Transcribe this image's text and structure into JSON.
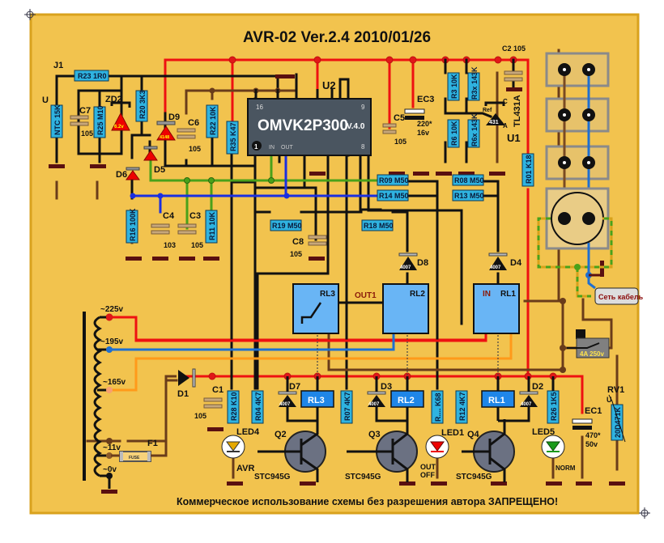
{
  "title": "AVR-02 Ver.2.4  2010/01/26",
  "footer": "Коммерческое использование схемы без разрешения автора ЗАПРЕЩЕНО!",
  "colors": {
    "board": "#f2c34e",
    "border": "#d9a21d",
    "wire_black": "#111111",
    "wire_red": "#ee1111",
    "wire_blue": "#1a2fe0",
    "wire_green": "#4aa11a",
    "wire_brown": "#7a4a22",
    "wire_orange": "#ff9a1a",
    "wire_lightblue": "#1f6fd0",
    "resistor": "#2fb3e0",
    "relay": "#69b5f5",
    "chip": "#4a5560",
    "transistor": "#6b7182"
  },
  "ic_u2": {
    "ref": "U2",
    "name": "OMVK2P300",
    "version": "V.4.0",
    "pin16": "16",
    "pin9": "9",
    "pin1": "1",
    "pin8": "8",
    "in": "IN",
    "out": "OUT"
  },
  "u1": {
    "ref": "U1",
    "part": "TL431A",
    "body": "431",
    "ref_pin": "Ref",
    "c": "C",
    "a": "A"
  },
  "resistors": {
    "r23": "R23  1R0",
    "ntc": "NTC  15K",
    "r25": "R25 M10",
    "r20": "R20 3K3",
    "r22": "R22 10K",
    "r35": "R35 K47",
    "r3": "R3  10K",
    "r3x": "R3x 143K",
    "r6": "R6  10K",
    "r6x": "R6x 143K",
    "r01": "R01 K18",
    "r16": "R16 100K",
    "r11": "R11 10K",
    "r09": "R09 M50",
    "r14": "R14 M50",
    "r08": "R08 M50",
    "r13": "R13 M50",
    "r19": "R19 M50",
    "r18": "R18 M50",
    "r28": "R28 K10",
    "r04": "R04 4K7",
    "r07": "R07 4K7",
    "rled1": "R.... K68",
    "r12": "R12 4K7",
    "r26": "R26 1K5",
    "rv1_body": "20D471K"
  },
  "labels": {
    "j1": "J1",
    "u_ntc": "U",
    "c7": "C7",
    "c7v": "105",
    "zd2": "ZD2",
    "zd2v": "6.2v",
    "d9": "D9",
    "d9v": "4148",
    "c6": "C6",
    "c6v": "105",
    "d6": "D6",
    "d6v": "4148",
    "d5": "D5",
    "d5v": "4148",
    "c4": "C4",
    "c4v": "103",
    "c3": "C3",
    "c3v": "105",
    "c8": "C8",
    "c8v": "105",
    "c5": "C5",
    "c5v": "105",
    "ec3": "EC3",
    "ec3v1": "220*",
    "ec3v2": "16v",
    "c2": "C2  105",
    "d8": "D8",
    "d4": "D4",
    "d4007": "4007",
    "rl3": "RL3",
    "rl2": "RL2",
    "rl1": "RL1",
    "out1": "OUT1",
    "in": "IN",
    "t225": "~225v",
    "t195": "~195v",
    "t165": "~165v",
    "t11": "~11v",
    "t0": "~0v",
    "d1": "D1",
    "c1": "C1",
    "c1v": "105",
    "f1": "F1",
    "fuse": "FUSE",
    "led4": "LED4",
    "avr": "AVR",
    "q2": "Q2",
    "q3": "Q3",
    "q4": "Q4",
    "stc": "STC945G",
    "d7": "D7",
    "d3": "D3",
    "d2": "D2",
    "led1": "LED1",
    "out_off_1": "OUT",
    "out_off_2": "OFF",
    "led5": "LED5",
    "norm": "NORM",
    "ec1": "EC1",
    "ec1v1": "470*",
    "ec1v2": "50v",
    "rv1": "RV1",
    "u_rv1": "U",
    "mains": "Сеть кабель",
    "breaker": "4A  250v",
    "plus": "+"
  }
}
